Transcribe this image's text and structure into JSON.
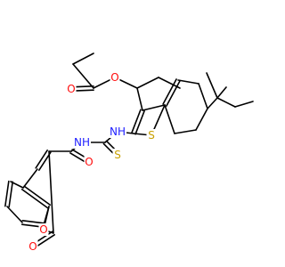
{
  "colors": {
    "background": "#ffffff",
    "bond": "#000000",
    "O": "#ff0d0d",
    "S": "#c8a000",
    "N": "#2020ff"
  },
  "atoms": {
    "a_o_carbonyl_ester": "O",
    "a_o_ester": "O",
    "a_s_ring": "S",
    "a_nh_1": "NH",
    "a_s_thio": "S",
    "a_nh_2": "NH",
    "a_o_amide": "O",
    "a_o_ring": "O",
    "a_o_lactone": "O"
  }
}
